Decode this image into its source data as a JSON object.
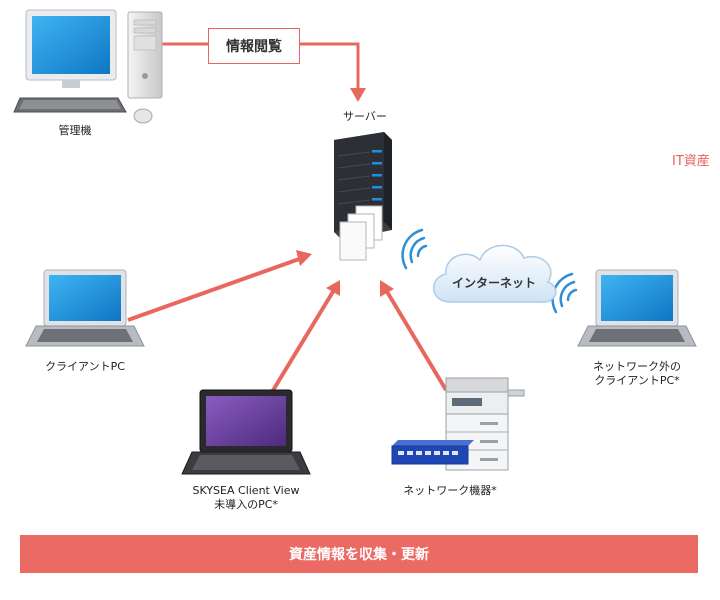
{
  "labels": {
    "admin_pc": "管理機",
    "server": "サーバー",
    "info_view": "情報閲覧",
    "it_assets": "IT資産",
    "internet": "インターネット",
    "client_pc": "クライアントPC",
    "external_pc_line1": "ネットワーク外の",
    "external_pc_line2": "クライアントPC*",
    "skysea_line1": "SKYSEA Client View",
    "skysea_line2": "未導入のPC*",
    "network_devices": "ネットワーク機器*"
  },
  "banner": "資産情報を収集・更新",
  "colors": {
    "accent": "#ec6a64",
    "arrow": "#e8685f",
    "screen_blue": "#1c8fd8",
    "screen_purple": "#6a3c9a",
    "server_dark": "#2c3036",
    "wifi_blue": "#2f8fd6",
    "cloud": "#dcebfa"
  }
}
